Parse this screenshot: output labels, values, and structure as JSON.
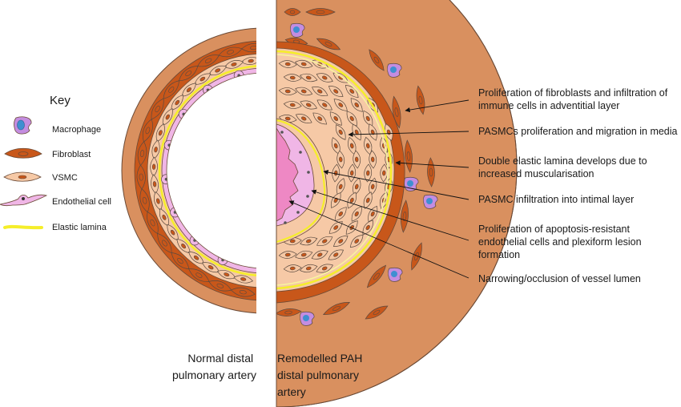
{
  "key": {
    "title": "Key",
    "items": [
      {
        "icon": "macrophage-icon",
        "label": "Macrophage"
      },
      {
        "icon": "fibroblast-icon",
        "label": "Fibroblast"
      },
      {
        "icon": "vsmc-icon",
        "label": "VSMC"
      },
      {
        "icon": "endothelial-cell-icon",
        "label": "Endothelial cell"
      },
      {
        "icon": "elastic-lamina-icon",
        "label": "Elastic lamina"
      }
    ]
  },
  "annotations": [
    {
      "lines": [
        "Proliferation of fibroblasts and infiltration of",
        "immune cells in adventitial layer"
      ]
    },
    {
      "lines": [
        "PASMCs proliferation and migration in media"
      ]
    },
    {
      "lines": [
        "Double elastic lamina develops due to",
        "increased muscularisation"
      ]
    },
    {
      "lines": [
        "PASMC infiltration into intimal layer"
      ]
    },
    {
      "lines": [
        "Proliferation of apoptosis-resistant",
        "endothelial cells and plexiform lesion",
        "formation"
      ]
    },
    {
      "lines": [
        "Narrowing/occlusion of vessel lumen"
      ]
    }
  ],
  "captions": {
    "normal": [
      "Normal distal",
      "pulmonary artery"
    ],
    "remodelled": [
      "Remodelled PAH",
      "distal pulmonary",
      "artery"
    ]
  },
  "colors": {
    "adventitia": "#d9905f",
    "adventitia_light": "#e8a676",
    "fibroblast": "#c8571a",
    "vsmc": "#f6c9a6",
    "vsmc_nucleus": "#c8571a",
    "endothelium": "#f0b6e6",
    "lumen_pink": "#ee88c4",
    "elastic_lamina": "#f5ee2a",
    "macrophage": "#c48de0",
    "macrophage_nucleus": "#3f8fd1",
    "outline": "#5a4a40"
  }
}
